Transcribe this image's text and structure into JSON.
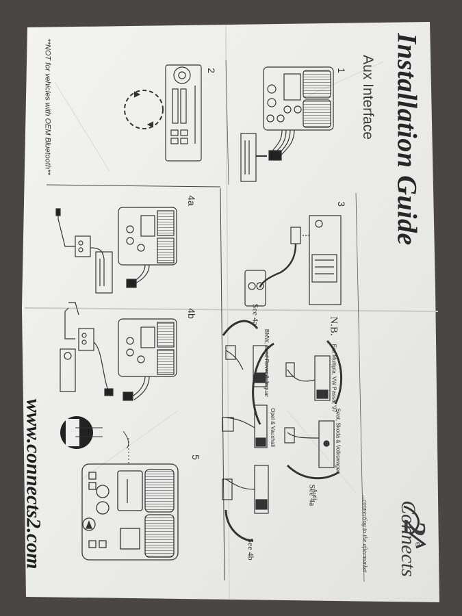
{
  "sheet": {
    "title": "Installation Guide",
    "subtitle": "Aux Interface",
    "website": "www.connects2.com",
    "oem_note": "**NOT for vehicles with OEM Bluetooth**",
    "logo_text": "Connects",
    "logo_number": "2",
    "logo_registered": "®",
    "tagline": "...connecting to the aftermarket"
  },
  "steps": {
    "s1": "1",
    "s2": "2",
    "s3": "3",
    "s4a": "4a",
    "s4b": "4b",
    "s5": "5"
  },
  "nb": {
    "label": "N.B.",
    "see_4a_main": "See 4a",
    "see_4a_group": "See 4a",
    "see_4b_group": "See 4b"
  },
  "vehicles": {
    "fiat": "Fiat Multipla, VW Passat '97",
    "seat": "Seat, Skoda & Volkswagen",
    "bmw": "BMW, Land Rover & Jaguar",
    "opel": "Opel & Vauxhall",
    "audi": "Audi"
  },
  "colors": {
    "paper": "#eeeeec",
    "ink": "#2a2a2a",
    "background": "#4a4645"
  }
}
